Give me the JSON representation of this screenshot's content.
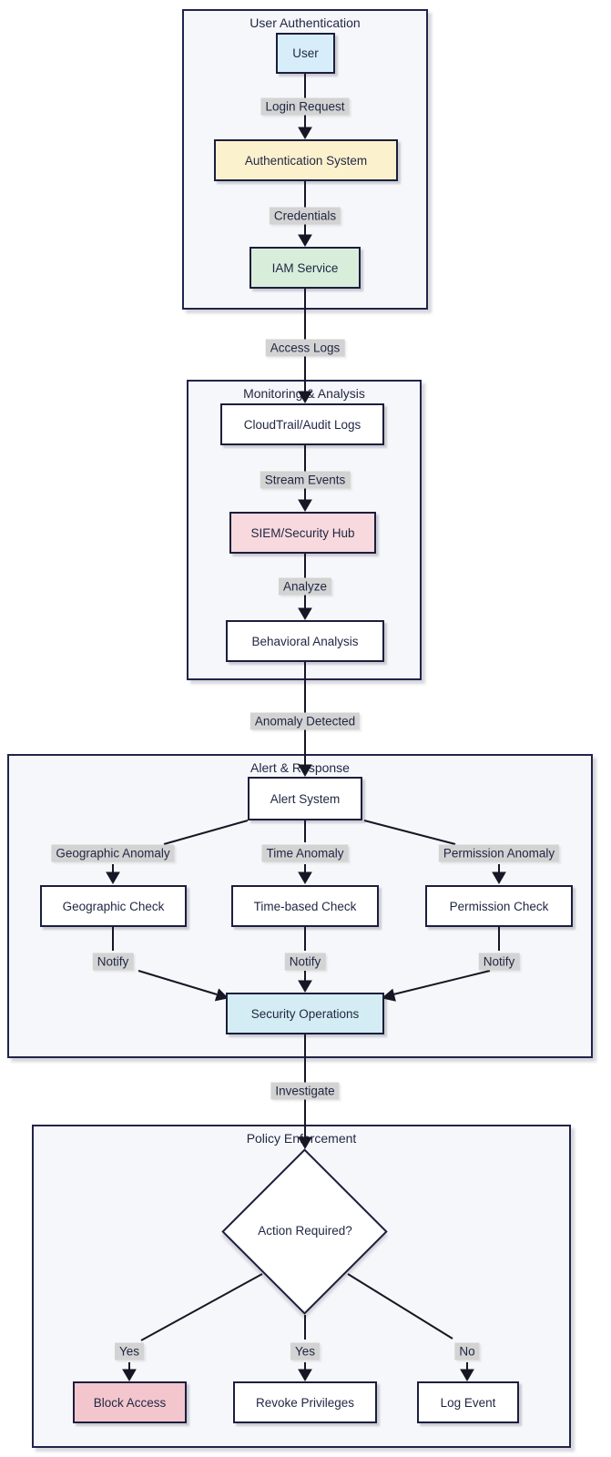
{
  "sections": {
    "user_authentication": {
      "title": "User Authentication"
    },
    "monitoring_analysis": {
      "title": "Monitoring & Analysis"
    },
    "alert_response": {
      "title": "Alert & Response"
    },
    "policy_enforcement": {
      "title": "Policy Enforcement"
    }
  },
  "nodes": {
    "user": "User",
    "auth_system": "Authentication System",
    "iam_service": "IAM Service",
    "cloudtrail": "CloudTrail/Audit Logs",
    "siem": "SIEM/Security Hub",
    "behavioral": "Behavioral Analysis",
    "alert_system": "Alert System",
    "geo_check": "Geographic Check",
    "time_check": "Time-based Check",
    "perm_check": "Permission Check",
    "sec_ops": "Security Operations",
    "action_required": "Action Required?",
    "block_access": "Block Access",
    "revoke": "Revoke Privileges",
    "log_event": "Log Event"
  },
  "edge_labels": {
    "login_request": "Login Request",
    "credentials": "Credentials",
    "access_logs": "Access Logs",
    "stream_events": "Stream Events",
    "analyze": "Analyze",
    "anomaly_detected": "Anomaly Detected",
    "geographic_anomaly": "Geographic Anomaly",
    "time_anomaly": "Time Anomaly",
    "permission_anomaly": "Permission Anomaly",
    "notify": "Notify",
    "investigate": "Investigate",
    "yes": "Yes",
    "no": "No"
  },
  "colors": {
    "page-bg": "#ffffff",
    "edge": "#161625",
    "node-border": "#1b1e3c",
    "subgraph-border": "#20244a",
    "node-text": "#1f2642",
    "label-text": "#1f2642",
    "subgraph-bg": "#f6f7fa",
    "label-bg": "#d3d3d3",
    "fill-user": "#d7edf9",
    "fill-auth": "#fcf1cd",
    "fill-iam": "#d8eedb",
    "fill-siem": "#f8d9de",
    "fill-secops": "#d4ecf3",
    "fill-block": "#f3c6ce",
    "fill-default": "#ffffff"
  }
}
